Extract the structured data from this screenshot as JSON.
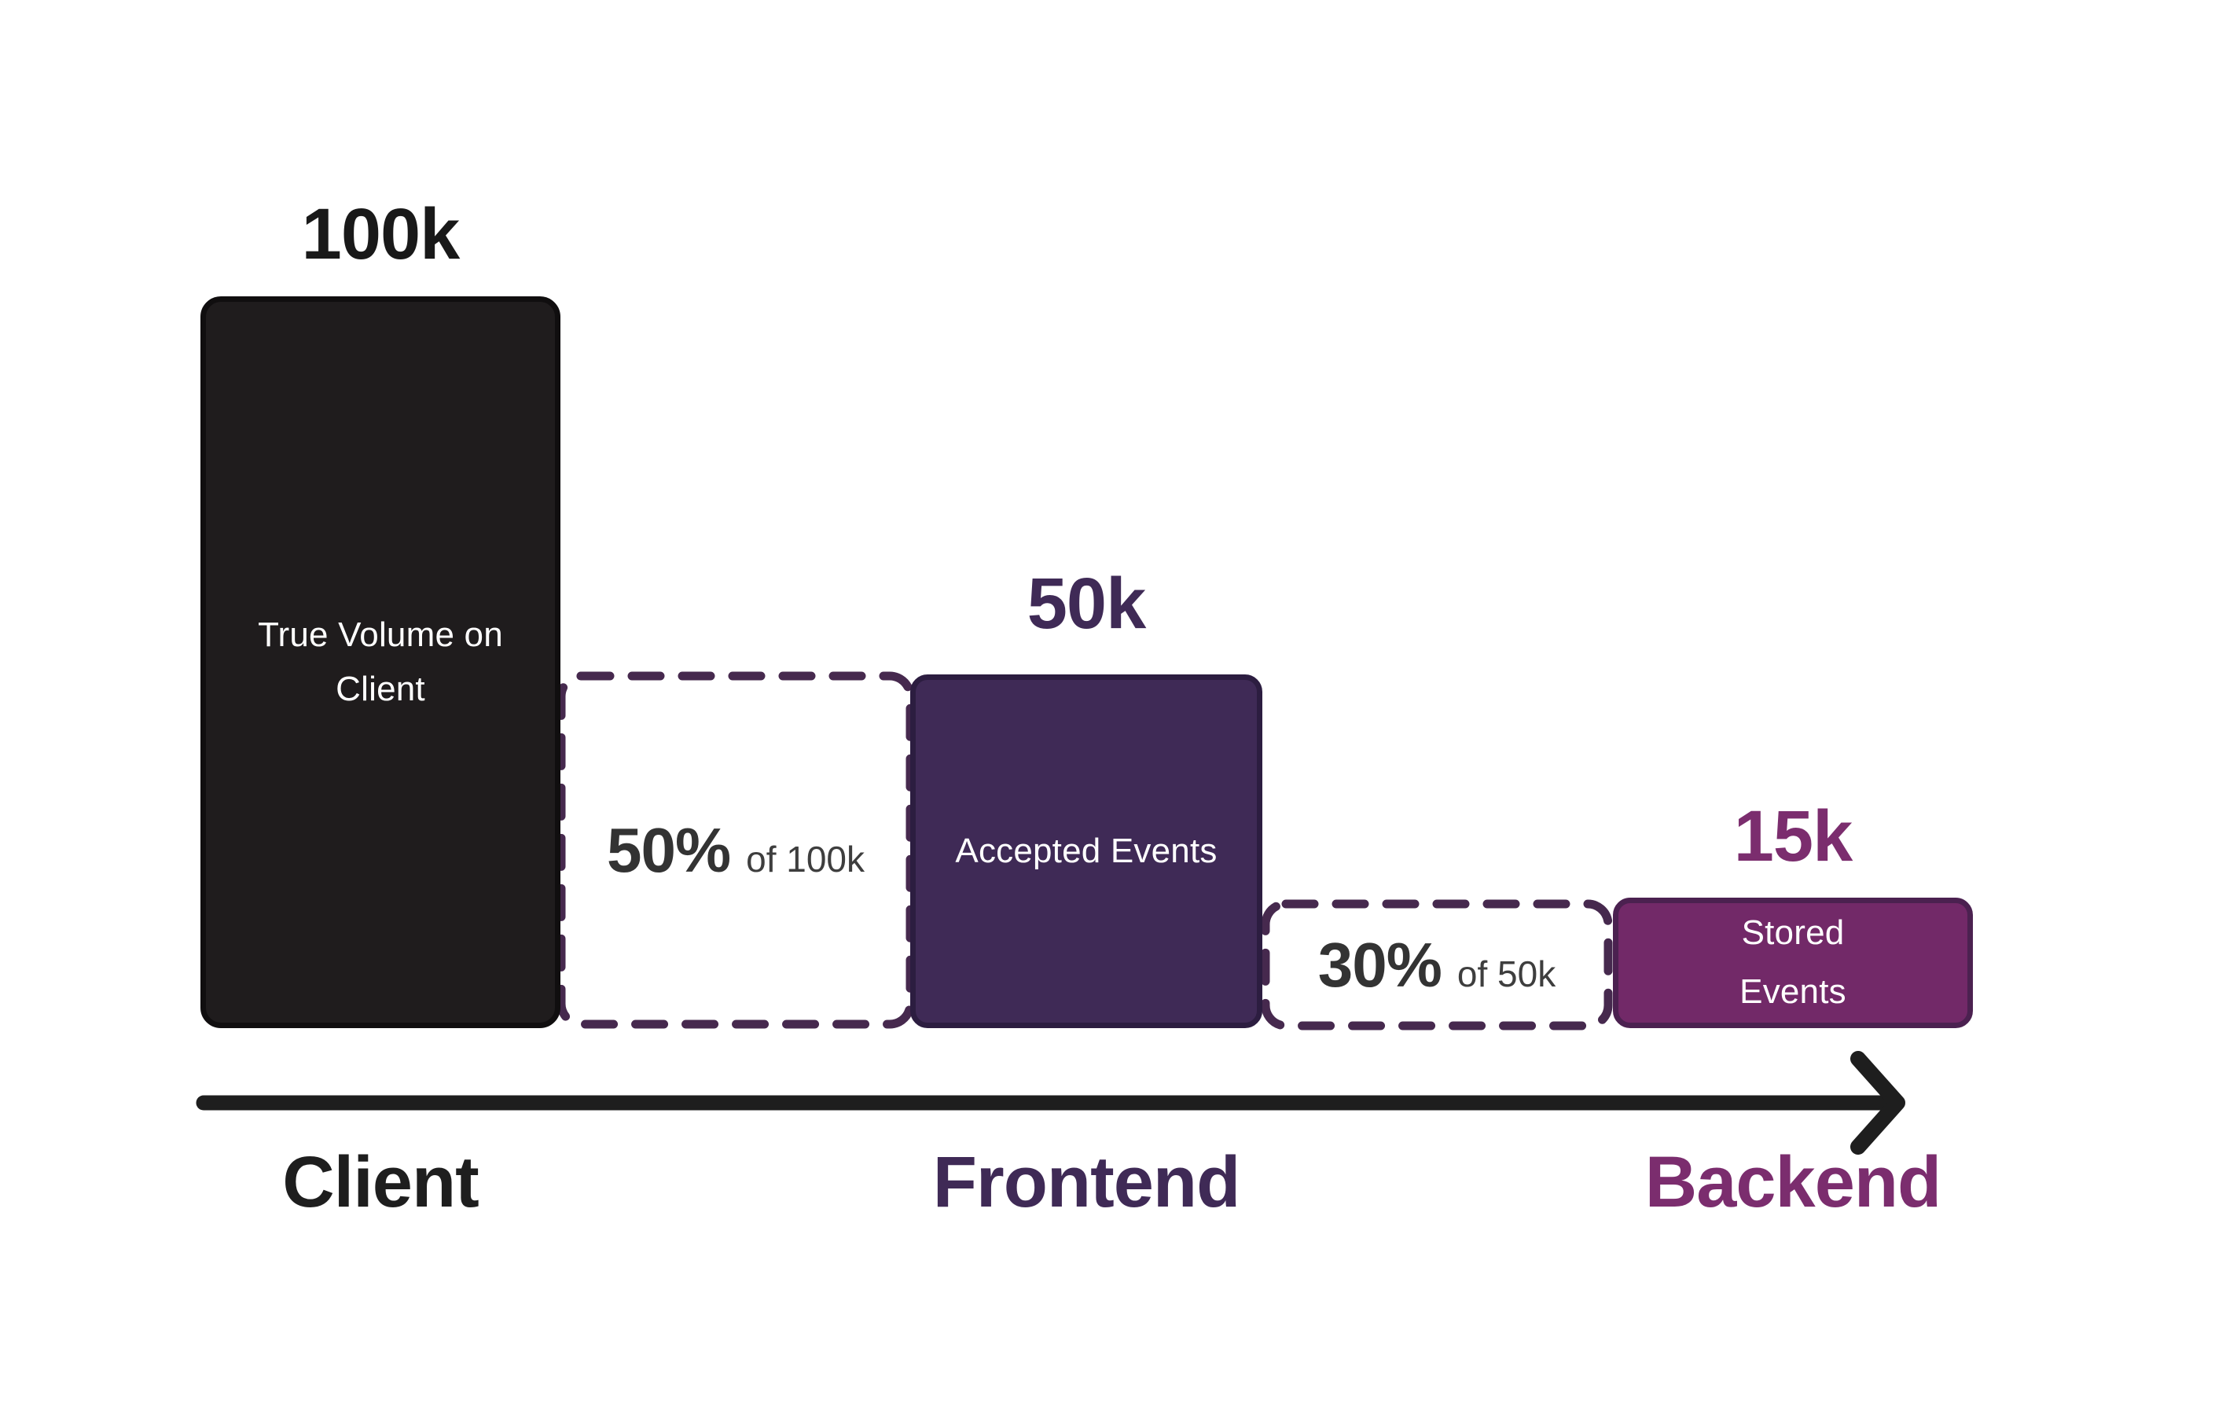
{
  "colors": {
    "background": "#ffffff",
    "client_bar_fill": "#1f1c1d",
    "client_bar_border": "#100e0f",
    "frontend_bar_fill": "#3f2a56",
    "frontend_bar_border": "#2c1d40",
    "backend_bar_fill": "#722968",
    "backend_bar_border": "#4b2150",
    "dashed_border": "#46294e",
    "arrow": "#1e1e1e",
    "value_label_dark": "#191919",
    "value_label_purple": "#3f2a56",
    "value_label_magenta": "#7b2d6e",
    "drop_pct_text": "#333333",
    "drop_of_text": "#3e3e3e",
    "bar_text": "#ffffff"
  },
  "funnel": {
    "stages": [
      {
        "axis_label": "Client",
        "value_label": "100k",
        "value": 100000,
        "bar_label": "True Volume on Client"
      },
      {
        "axis_label": "Frontend",
        "value_label": "50k",
        "value": 50000,
        "bar_label": "Accepted Events"
      },
      {
        "axis_label": "Backend",
        "value_label": "15k",
        "value": 15000,
        "bar_label": "Stored Events"
      }
    ],
    "drops": [
      {
        "pct": "50%",
        "of": "of 100k"
      },
      {
        "pct": "30%",
        "of": "of 50k"
      }
    ]
  }
}
